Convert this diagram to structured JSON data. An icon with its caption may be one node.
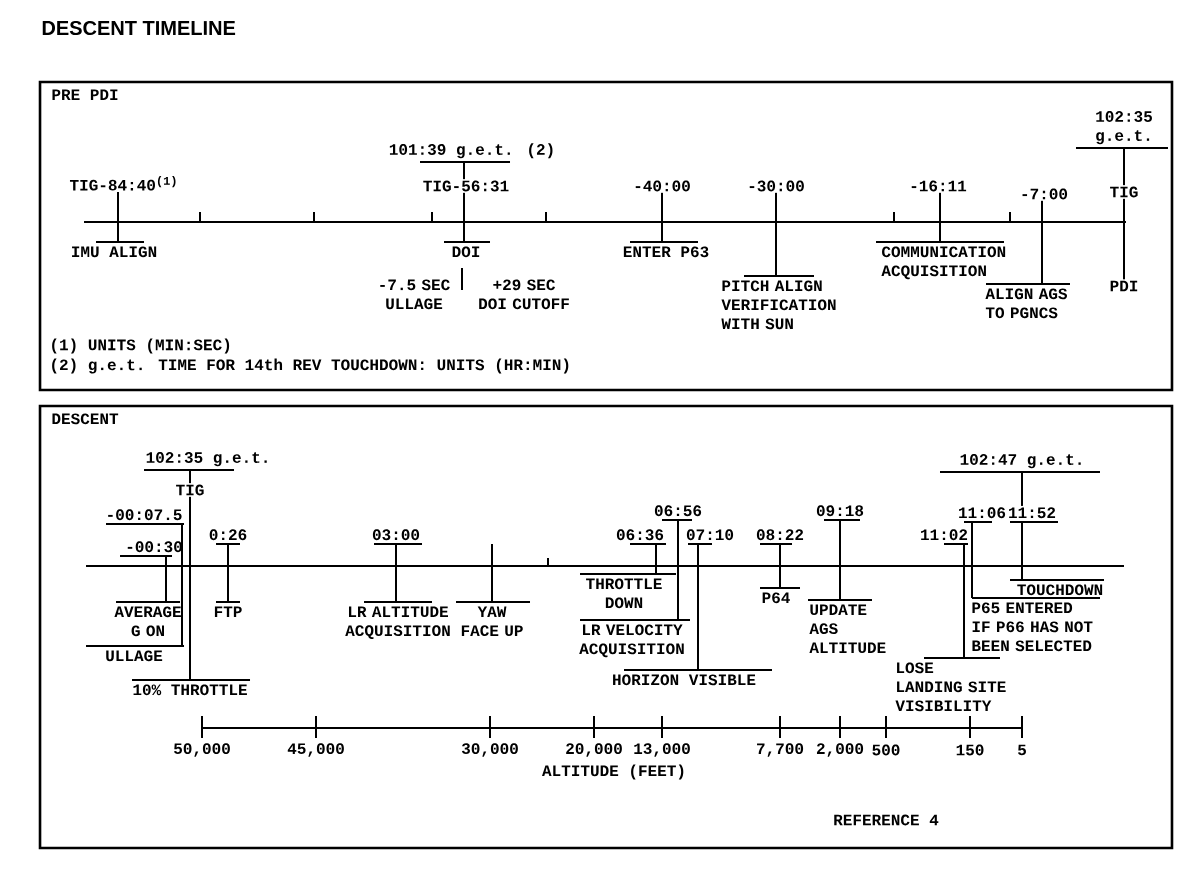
{
  "diagram": {
    "title": "DESCENT TIMELINE",
    "nodes": [
      {
        "text": [
          "PRE PDI"
        ]
      },
      {
        "text": [
          "TIG-84:40$^{(1)}$"
        ],
        "in": 0
      },
      {
        "text": [
          "IMU ALIGN"
        ],
        "in": 0
      },
      {
        "text": [
          "101:39 g.e.t. (2)"
        ],
        "in": 0
      },
      {
        "text": [
          "TIG-56:31"
        ],
        "in": 0
      },
      {
        "text": [
          "DOI"
        ],
        "in": 0
      },
      {
        "text": [
          "-7.5 SEC ULLAGE"
        ],
        "in": 0
      },
      {
        "text": [
          "+29 SEC DOI CUTOFF"
        ],
        "in": 0
      },
      {
        "text": [
          "-40:00"
        ],
        "in": 0
      },
      {
        "text": [
          "ENTER P63"
        ],
        "in": 0
      },
      {
        "text": [
          "-30:00"
        ],
        "in": 0
      },
      {
        "text": [
          "PITCH ALIGN VERIFICATION WITH SUN"
        ],
        "in": 0
      },
      {
        "text": [
          "-16:11"
        ],
        "in": 0
      },
      {
        "text": [
          "COMMUNICATION ACQUISITION"
        ],
        "in": 0
      },
      {
        "text": [
          "-7:00"
        ],
        "in": 0
      },
      {
        "text": [
          "ALIGN AGS TO PGNCS"
        ],
        "in": 0
      },
      {
        "text": [
          "102:35 g.e.t."
        ],
        "in": 0
      },
      {
        "text": [
          "TIG"
        ],
        "in": 0
      },
      {
        "text": [
          "PDI"
        ],
        "in": 0
      },
      {
        "text": [
          "DESCENT"
        ]
      },
      {
        "text": [
          "102:35 g.e.t."
        ],
        "in": 19
      },
      {
        "text": [
          "TIG"
        ],
        "in": 19
      },
      {
        "text": [
          "10% THROTTLE"
        ],
        "in": 19
      },
      {
        "text": [
          "-00:07.5"
        ],
        "in": 19
      },
      {
        "text": [
          "ULLAGE"
        ],
        "in": 19
      },
      {
        "text": [
          "-00:30"
        ],
        "in": 19
      },
      {
        "text": [
          "AVERAGE G ON"
        ],
        "in": 19
      },
      {
        "text": [
          "0:26"
        ],
        "in": 19
      },
      {
        "text": [
          "FTP"
        ],
        "in": 19
      },
      {
        "text": [
          "03:00"
        ],
        "in": 19
      },
      {
        "text": [
          "LR ALTITUDE ACQUISITION"
        ],
        "in": 19
      },
      {
        "text": [
          "YAW FACE UP"
        ],
        "in": 19
      },
      {
        "text": [
          "06:36"
        ],
        "in": 19
      },
      {
        "text": [
          "THROTTLE DOWN"
        ],
        "in": 19
      },
      {
        "text": [
          "06:56"
        ],
        "in": 19
      },
      {
        "text": [
          "LR VELOCITY ACQUISITION"
        ],
        "in": 19
      },
      {
        "text": [
          "07:10"
        ],
        "in": 19
      },
      {
        "text": [
          "HORIZON VISIBLE"
        ],
        "in": 19
      },
      {
        "text": [
          "08:22"
        ],
        "in": 19
      },
      {
        "text": [
          "P64"
        ],
        "in": 19
      },
      {
        "text": [
          "09:18"
        ],
        "in": 19
      },
      {
        "text": [
          "UPDATE AGS ALTITUDE"
        ],
        "in": 19
      },
      {
        "text": [
          "11:02"
        ],
        "in": 19
      },
      {
        "text": [
          "LOSE LANDING SITE VISIBILITY"
        ],
        "in": 19
      },
      {
        "text": [
          "11:06"
        ],
        "in": 19
      },
      {
        "text": [
          "P65 ENTERED IF P66 HAS NOT BEEN SELECTED"
        ],
        "in": 19
      },
      {
        "text": [
          "102:47 g.e.t."
        ],
        "in": 19
      },
      {
        "text": [
          "11:52"
        ],
        "in": 19
      },
      {
        "text": [
          "TOUCHDOWN"
        ],
        "in": 19
      }
    ],
    "edges": [
      {
        "from": 1,
        "to": 2,
        "arrow": "none"
      },
      {
        "from": 3,
        "to": 4,
        "arrow": "none"
      },
      {
        "from": 4,
        "to": 5,
        "arrow": "none"
      },
      {
        "from": 8,
        "to": 9,
        "arrow": "none"
      },
      {
        "from": 10,
        "to": 11,
        "arrow": "none"
      },
      {
        "from": 12,
        "to": 13,
        "arrow": "none"
      },
      {
        "from": 14,
        "to": 15,
        "arrow": "none"
      },
      {
        "from": 16,
        "to": 17,
        "arrow": "none"
      },
      {
        "from": 17,
        "to": 18,
        "arrow": "none"
      },
      {
        "from": 20,
        "to": 21,
        "arrow": "none"
      },
      {
        "from": 21,
        "to": 22,
        "arrow": "none"
      },
      {
        "from": 23,
        "to": 24,
        "arrow": "none"
      },
      {
        "from": 25,
        "to": 26,
        "arrow": "none"
      },
      {
        "from": 27,
        "to": 28,
        "arrow": "none"
      },
      {
        "from": 29,
        "to": 30,
        "arrow": "none"
      },
      {
        "from": null,
        "to": 31,
        "arrow": "none"
      },
      {
        "from": 32,
        "to": 33,
        "arrow": "none"
      },
      {
        "from": 34,
        "to": 35,
        "arrow": "none"
      },
      {
        "from": 36,
        "to": 37,
        "arrow": "none"
      },
      {
        "from": 38,
        "to": 39,
        "arrow": "none"
      },
      {
        "from": 40,
        "to": 41,
        "arrow": "none"
      },
      {
        "from": 42,
        "to": 43,
        "arrow": "none"
      },
      {
        "from": 44,
        "to": 45,
        "arrow": "none"
      },
      {
        "from": 46,
        "to": 47,
        "arrow": "none"
      },
      {
        "from": 47,
        "to": 48,
        "arrow": "none"
      }
    ],
    "labels": [
      "(1) UNITS (MIN:SEC)",
      "(2) g.e.t. TIME FOR 14th REV TOUCHDOWN: UNITS (HR:MIN)",
      "50,000",
      "45,000",
      "30,000",
      "20,000",
      "13,000",
      "7,700",
      "2,000",
      "500",
      "150",
      "5",
      "ALTITUDE (FEET)",
      "REFERENCE 4"
    ]
  }
}
